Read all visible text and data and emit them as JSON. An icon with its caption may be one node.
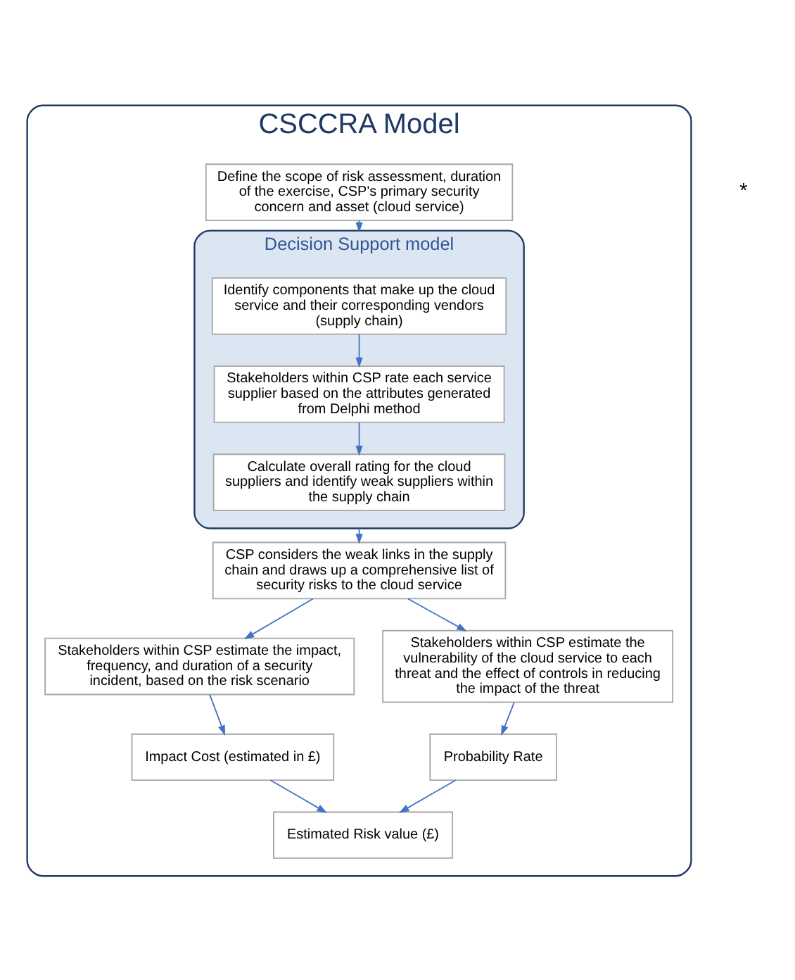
{
  "diagram": {
    "nodes": [
      {
        "text": [
          "CSCCRA Model"
        ]
      },
      {
        "text": [
          "Define the scope of risk assessment, duration of the exercise, CSP's primary security concern and asset (cloud service)"
        ],
        "in": 0
      },
      {
        "text": [
          "Decision Support model"
        ],
        "in": 0
      },
      {
        "text": [
          "Identify components that make up the cloud service and their corresponding vendors (supply chain)"
        ],
        "in": 2
      },
      {
        "text": [
          "Stakeholders within CSP rate each service supplier based on the attributes generated from Delphi method"
        ],
        "in": 2
      },
      {
        "text": [
          "Calculate overall rating for the cloud suppliers and identify weak suppliers within the supply chain"
        ],
        "in": 2
      },
      {
        "text": [
          "CSP considers the weak links in the supply chain and draws up a comprehensive list of security risks to the cloud service"
        ],
        "in": 0
      },
      {
        "text": [
          "Stakeholders within CSP estimate the impact, frequency, and duration of a security incident, based on the risk scenario"
        ],
        "in": 0
      },
      {
        "text": [
          "Stakeholders within CSP estimate the vulnerability of the cloud service to each threat and the effect of controls in reducing the impact of the threat"
        ],
        "in": 0
      },
      {
        "text": [
          "Impact Cost (estimated in £)"
        ],
        "in": 0
      },
      {
        "text": [
          "Probability Rate"
        ],
        "in": 0
      },
      {
        "text": [
          "Estimated Risk value (£)"
        ],
        "in": 0
      }
    ],
    "edges": [
      {
        "from": 1,
        "to": 2,
        "arrow": "to"
      },
      {
        "from": 3,
        "to": 4,
        "arrow": "to"
      },
      {
        "from": 4,
        "to": 5,
        "arrow": "to"
      },
      {
        "from": 2,
        "to": 6,
        "arrow": "to"
      },
      {
        "from": 6,
        "to": 7,
        "arrow": "to"
      },
      {
        "from": 6,
        "to": 8,
        "arrow": "to"
      },
      {
        "from": 7,
        "to": 9,
        "arrow": "to"
      },
      {
        "from": 8,
        "to": 10,
        "arrow": "to"
      },
      {
        "from": 9,
        "to": 11,
        "arrow": "to"
      },
      {
        "from": 10,
        "to": 11,
        "arrow": "to"
      }
    ],
    "labels": [
      "*"
    ]
  }
}
